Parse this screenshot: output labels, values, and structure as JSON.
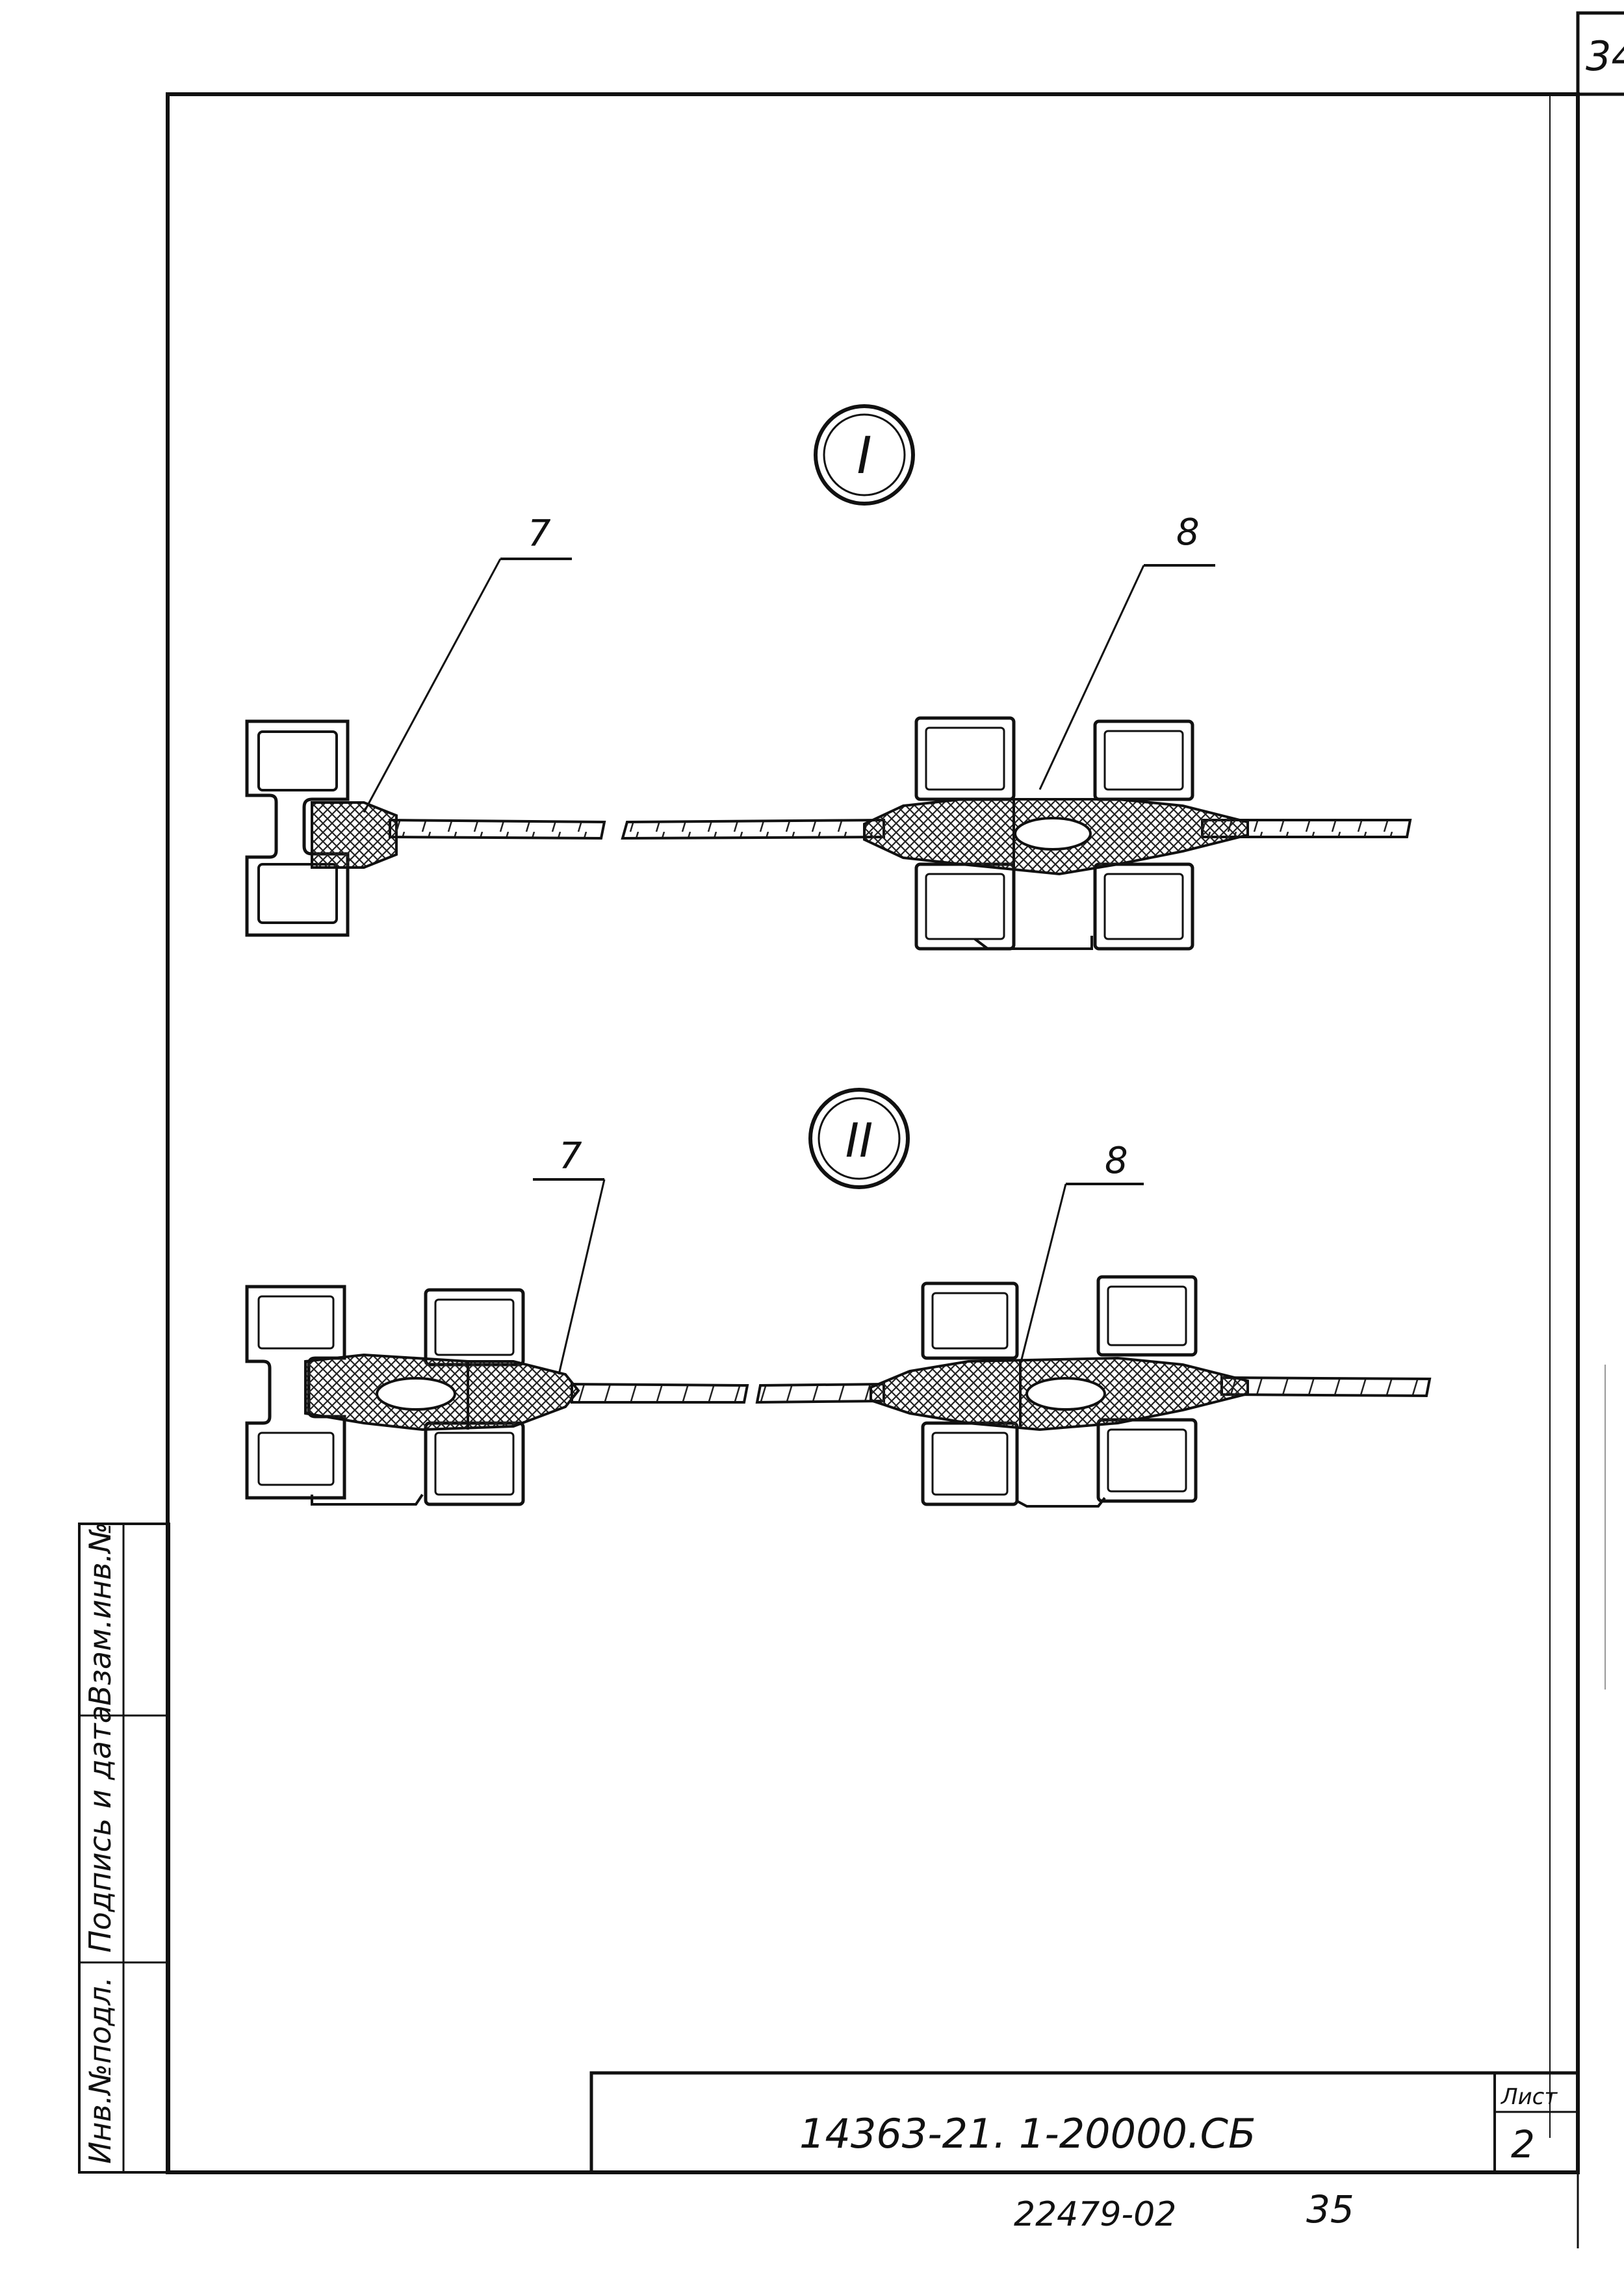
{
  "sheet": {
    "corner_page_number": "34",
    "sheet_label": "Лист",
    "sheet_number": "2",
    "drawing_code": "14363-21. 1-20000.СБ",
    "archive_number": "22479-02",
    "page_number": "35"
  },
  "side_stamp": {
    "columns": [
      "Инв.№подл.",
      "Подпись и дата",
      "Взам.инв.№"
    ]
  },
  "views": [
    {
      "id": "I",
      "label": "I",
      "callouts": [
        "7",
        "8"
      ]
    },
    {
      "id": "II",
      "label": "II",
      "callouts": [
        "7",
        "8"
      ]
    }
  ]
}
